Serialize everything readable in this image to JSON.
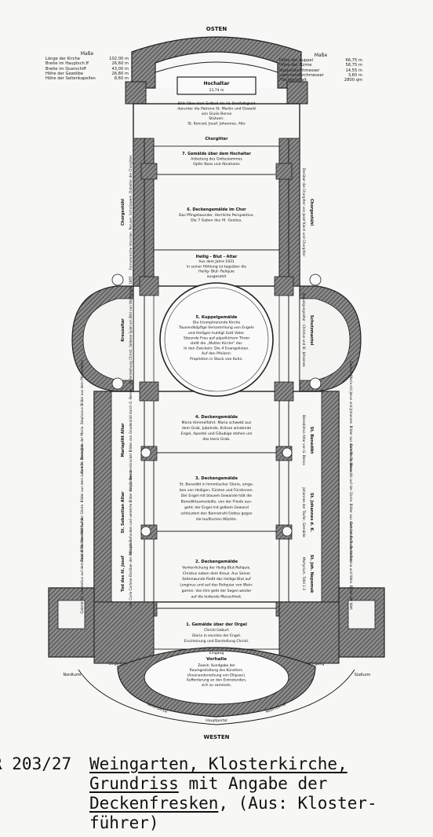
{
  "compass": {
    "top": "OSTEN",
    "bottom": "WESTEN"
  },
  "masse_left": {
    "title": "Maße",
    "rows": [
      {
        "label": "Länge der Kirche",
        "value": "102,00 m"
      },
      {
        "label": "Breite im Hauptsch.ff",
        "value": "26,60 m"
      },
      {
        "label": "Breite im Querschiff",
        "value": "43,00 m"
      },
      {
        "label": "Höhe der Gewölbe",
        "value": "26,80 m"
      },
      {
        "label": "Höhe der Seitenkapellen",
        "value": "8,60 m"
      }
    ]
  },
  "masse_right": {
    "title": "Maße",
    "rows": [
      {
        "label": "Höhe der Kuppel",
        "value": "66,75 m"
      },
      {
        "label": "Höhe der Türme",
        "value": "58,75 m"
      },
      {
        "label": "Kuppeldurchmesser",
        "value": "14,55 m"
      },
      {
        "label": "Laternendurchmesser",
        "value": "3,60 m"
      },
      {
        "label": "Flächeninhalt",
        "value": "2800 qm"
      }
    ]
  },
  "hochaltar": {
    "title": "Hochaltar",
    "size": "23,74 m"
  },
  "hochaltar_text": [
    "Bild: Über dem Erdball die Hl. Dreifaltigkeit",
    "darunter die Patrone St. Martin und Oswald",
    "von Giulio Benso",
    "Statuen:",
    "St. Konrad, Josef, Johannes, Alto"
  ],
  "chorgitter": "Chorgitter",
  "f7": {
    "title": "7. Gemälde über dem Hochaltar",
    "lines": [
      "Anbetung des Gotteslammes",
      "Opfer Noes und Abrahams"
    ]
  },
  "f6": {
    "title": "6. Deckengemälde im Chor",
    "lines": [
      "Das Pfingstwunder. Herrliche Perspektive.",
      "Die 7 Gaben des Hl. Geistes."
    ]
  },
  "heilig_blut": {
    "title": "Heilig - Blut - Altar",
    "lines": [
      "Aus dem Jahre 1931",
      "In seiner Höhlung ist tagsüber die",
      "Heilig- Blut- Reliquie",
      "ausgesetzt"
    ]
  },
  "f5": {
    "title": "5. Kuppelgemälde",
    "lines": [
      "Die triumphierende Kirche",
      "Tausendköpfige Versammlung von Engeln",
      "und Heiligen huldigt Gott Vater.",
      "Sitzende Frau auf päpstlichem Thron",
      "stellt die „Mutter Kirche\" dar.",
      "In den Zwickeln: Die 4 Evangelisten.",
      "Auf den Pfeilern:",
      "Propheten in Stuck von Kuhn."
    ]
  },
  "f4": {
    "title": "4. Deckengemälde",
    "lines": [
      "Maria Himmelfahrt. Maria schwebt aus",
      "dem Grab. Jubelnde, Kränze windende",
      "Engel, Apostel und Gläubige stehen um",
      "das leere Grab."
    ]
  },
  "f3": {
    "title": "3. Deckengemälde",
    "lines": [
      "St. Benedikt in himmlischer Glorie, umge-",
      "ben von Heiligen, Fürsten und Fürstinnen.",
      "Der Engel mit blauem Gewande hält die",
      "Benediktusmedaille, von der Friede aus-",
      "geht; der Engel mit gelbem Gewand",
      "schleudert den Bannstrahl Gottes gegen",
      "die teuflischen Mächte."
    ]
  },
  "f2": {
    "title": "2. Deckengemälde",
    "lines": [
      "Verherrlichung der Heilig-Blut-Reliquie.",
      "Christus neben dem Kreuz. Aus Seiner",
      "Seitenwunde fließt das Heilige Blut auf",
      "Longinus und auf das Reliquiar von Wein-",
      "garten. Von ihm geht der Segen wieder",
      "auf die leidende Menschheit."
    ]
  },
  "f1": {
    "title": "1. Gemälde über der Orgel",
    "lines": [
      "Christi Geburt",
      "Gloria in excelsis der Engel.",
      "Erscheinung und Darstellung Christi."
    ]
  },
  "vorhalle": {
    "eingang": "Eingang",
    "title": "Vorhalle",
    "lines": [
      "Zweck: Kundgabe der",
      "Raumgestaltung des Künstlers.",
      "(Aneinanderreihung von Ellipsen).",
      "Aufforderung an den Eintretenden,",
      "sich zu sammeln."
    ]
  },
  "labels": {
    "eingang_left": "Eingang",
    "eingang_right": "Eingang",
    "nordturm": "Nordturm",
    "suedturm": "Südturm",
    "nebenportal_left": "Nebenportal",
    "nebenportal_right": "Nebenportal",
    "hauptportal": "Hauptportal"
  },
  "side_left": [
    {
      "label": "Chorgestühl",
      "text": "Formenreiche Intarsien. Peruser, Schnitzwerk. Dabeiter die Chorgitter."
    },
    {
      "label": "Kreuzaltar",
      "text": "Aufersteihung Christi, Seltene Spiel am Bild von Wolfeingalt 1865"
    },
    {
      "label": "Mariaplitt Altar",
      "text": "Krippe des Innsbrucker Bildes von Gnadenbild durch G. Benso"
    },
    {
      "label": "St. Sebastian Altar",
      "text": "Klöster Gefunden und verehrte Bilder von G. Benso"
    },
    {
      "label": "Tod des hl. Josef",
      "text": "von Carlo Carlone Darüber der Altarpfarr"
    }
  ],
  "side_right": [
    {
      "label": "Chorgestühl",
      "text": "Darüber die Chorgitter von Josef Kiech und Chorgitter"
    },
    {
      "label": "Schutzmantel",
      "text": "Kreuzigungsaltar - Christus und St. Johannes"
    },
    {
      "label": "St. Benedikt",
      "text": "Benediktus Altar von G. Benso"
    },
    {
      "label": "St. Johannes d. K.",
      "text": "Johannes der Täufer, Gemälde"
    },
    {
      "label": "St. Joh. Nepomuk",
      "text": "Martyrium. Tafel 1-3"
    }
  ],
  "galerie_left": [
    "Galerie: Steingrub der Maria. Stephanus Bilder aus dem Marienleben",
    "Galerie: St. Benedikt auf der Glorie. Bilder aus dem Leben St. Benedikts",
    "Galerie: St. Laurentius auf dem Rost. Bilder der Weltflucht"
  ],
  "galerie_right": [
    "Galerie: Maria mit Jesus und Johannes. Bilder aus dem Marienleben",
    "Galerie: St. Benedikt auf der Glorie. Bilder aus dem Leben St. Benedikts",
    "Galerie: Barbara, Katharina und Wein. Bilder der Welt"
  ],
  "caption": {
    "ref": "R 203/27",
    "line1": "Weingarten, Klosterkirche,",
    "line2a": "Grundriss",
    "line2b": " mit Angabe der",
    "line3a": "Deckenfresken",
    "line3b": ", (Aus: Kloster-",
    "line4": "führer)"
  }
}
